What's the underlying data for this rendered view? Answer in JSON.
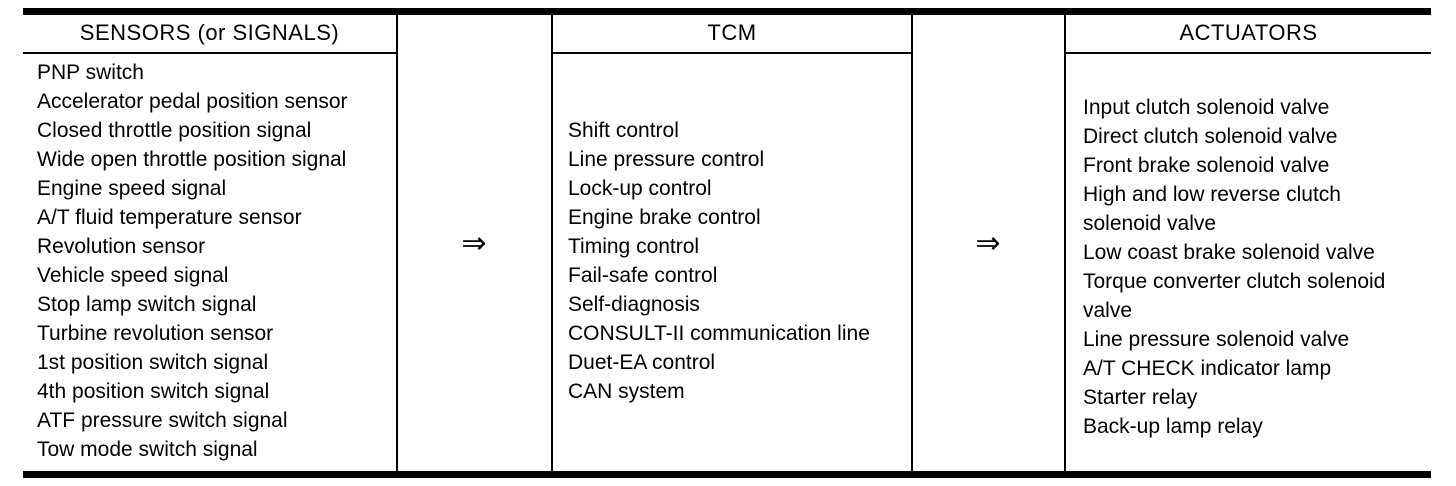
{
  "diagram": {
    "arrow_symbol": "⇒",
    "colors": {
      "line": "#000000",
      "text": "#000000",
      "background": "#ffffff"
    },
    "columns": [
      {
        "header": "SENSORS (or SIGNALS)",
        "lines": [
          "PNP switch",
          "Accelerator pedal position sensor",
          "Closed throttle position signal",
          "Wide open throttle position signal",
          "Engine speed signal",
          "A/T fluid temperature sensor",
          "Revolution sensor",
          "Vehicle speed signal",
          "Stop lamp switch signal",
          "Turbine revolution sensor",
          "1st position switch signal",
          "4th position switch signal",
          "ATF pressure switch signal",
          "Tow mode switch signal"
        ]
      },
      {
        "header": "TCM",
        "lines": [
          "Shift control",
          "Line pressure control",
          "Lock-up control",
          "Engine brake control",
          "Timing control",
          "Fail-safe control",
          "Self-diagnosis",
          "CONSULT-II communication line",
          "Duet-EA control",
          "CAN system"
        ]
      },
      {
        "header": "ACTUATORS",
        "lines": [
          "Input clutch solenoid valve",
          "Direct clutch solenoid valve",
          "Front brake solenoid valve",
          "High and low reverse clutch",
          "solenoid valve",
          "Low coast brake solenoid valve",
          "Torque converter clutch solenoid",
          "valve",
          "Line pressure solenoid valve",
          "A/T CHECK indicator lamp",
          "Starter relay",
          "Back-up lamp relay"
        ]
      }
    ]
  }
}
